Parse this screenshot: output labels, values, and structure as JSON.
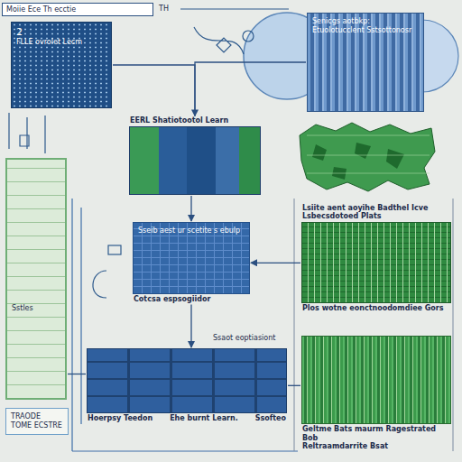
{
  "diagram": {
    "title": "Moiie Ece Th ecctie",
    "nodes": [
      {
        "text": [
          "2",
          "FLLE ovrolet Lecm"
        ]
      },
      {
        "text": [
          "Senicgs aotbkp: Etuolotucclent Sstsottonosr"
        ]
      },
      {
        "text": [
          "EERL Shatiotootol Learn"
        ]
      },
      {
        "text": [
          "Sseib aest ur scetite s ebulp",
          "Cotcsa espsogiidor"
        ]
      },
      {
        "text": [
          "Lsiite aent aoyihe Badthel Icve Lsbecsdotoed Plats",
          "Plos wotne eonctnoodomdiee Gors"
        ]
      },
      {
        "text": [
          "Geltme Bats maurm Ragestrated Bob",
          "Reltraamdarrite Bsat"
        ]
      },
      {
        "text": [
          "Sstles"
        ]
      },
      {
        "text": [
          "TRAODE TOME ECSTRE"
        ]
      },
      {
        "text": [
          "Hoerpsy Teedon",
          "Ehe burnt Learn.",
          "Ssofteo"
        ]
      }
    ],
    "edges": [
      {
        "from": 0,
        "to": 2,
        "arrow": "none"
      },
      {
        "from": 1,
        "to": 2,
        "arrow": "to"
      },
      {
        "from": 2,
        "to": 3,
        "arrow": "to"
      },
      {
        "from": 4,
        "to": 3,
        "arrow": "to"
      },
      {
        "from": 3,
        "to": 8,
        "arrow": "to"
      },
      {
        "from": 6,
        "to": 8,
        "arrow": "none"
      },
      {
        "from": 8,
        "to": 5,
        "arrow": "none"
      }
    ],
    "labels": [
      "TH",
      "Ssaot eoptiasiont"
    ]
  }
}
